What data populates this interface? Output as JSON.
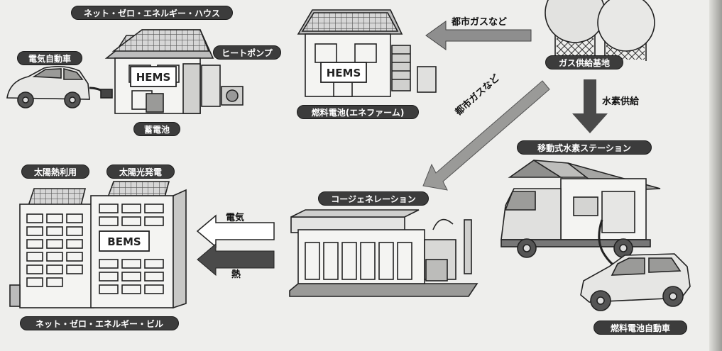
{
  "labels": {
    "zeh": "ネット・ゼロ・エネルギー・ハウス",
    "ev": "電気自動車",
    "heat_pump": "ヒートポンプ",
    "battery": "蓄電池",
    "fuel_cell": "燃料電池(エネファーム)",
    "gas_base": "ガス供給基地",
    "city_gas_top": "都市ガスなど",
    "city_gas_diag": "都市ガスなど",
    "hydrogen_supply": "水素供給",
    "h2_station": "移動式水素ステーション",
    "solar_thermal": "太陽熱利用",
    "solar_pv": "太陽光発電",
    "cogeneration": "コージェネレーション",
    "electricity": "電気",
    "heat": "熱",
    "zeb": "ネット・ゼロ・エネルギー・ビル",
    "fcv": "燃料電池自動車"
  },
  "box_labels": {
    "hems_house": "HEMS",
    "hems_fuelcell": "HEMS",
    "bems": "BEMS"
  },
  "colors": {
    "label_bg": "#3c3c3c",
    "label_text": "#ffffff",
    "arrow_gray": "#8e8e8e",
    "heat_arrow": "#4a4a4a",
    "line": "#222222"
  }
}
